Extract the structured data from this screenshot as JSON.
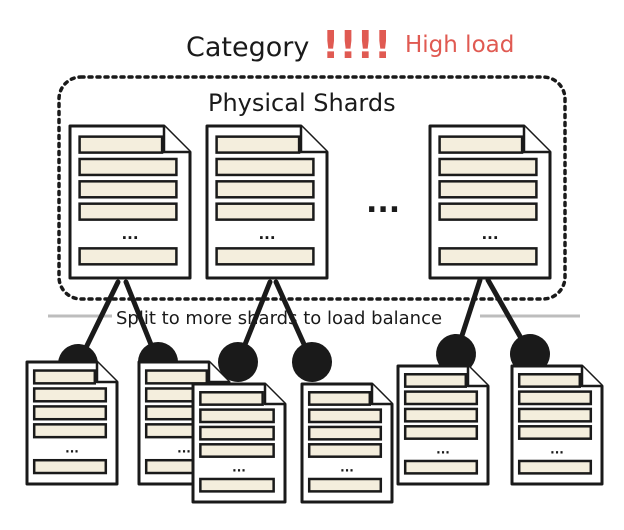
{
  "header": {
    "title": "Category",
    "alert_marks": "!!!!",
    "alert_text": "High load"
  },
  "group": {
    "label": "Physical Shards",
    "gap_ellipsis": "..."
  },
  "divider": {
    "label": "Split to more shards to load balance"
  },
  "document": {
    "ellipsis": "..."
  },
  "colors": {
    "alert": "#e05a52",
    "row_fill": "#f4eedd",
    "ink": "#1a1a1a",
    "divider": "#bdbdbd"
  }
}
